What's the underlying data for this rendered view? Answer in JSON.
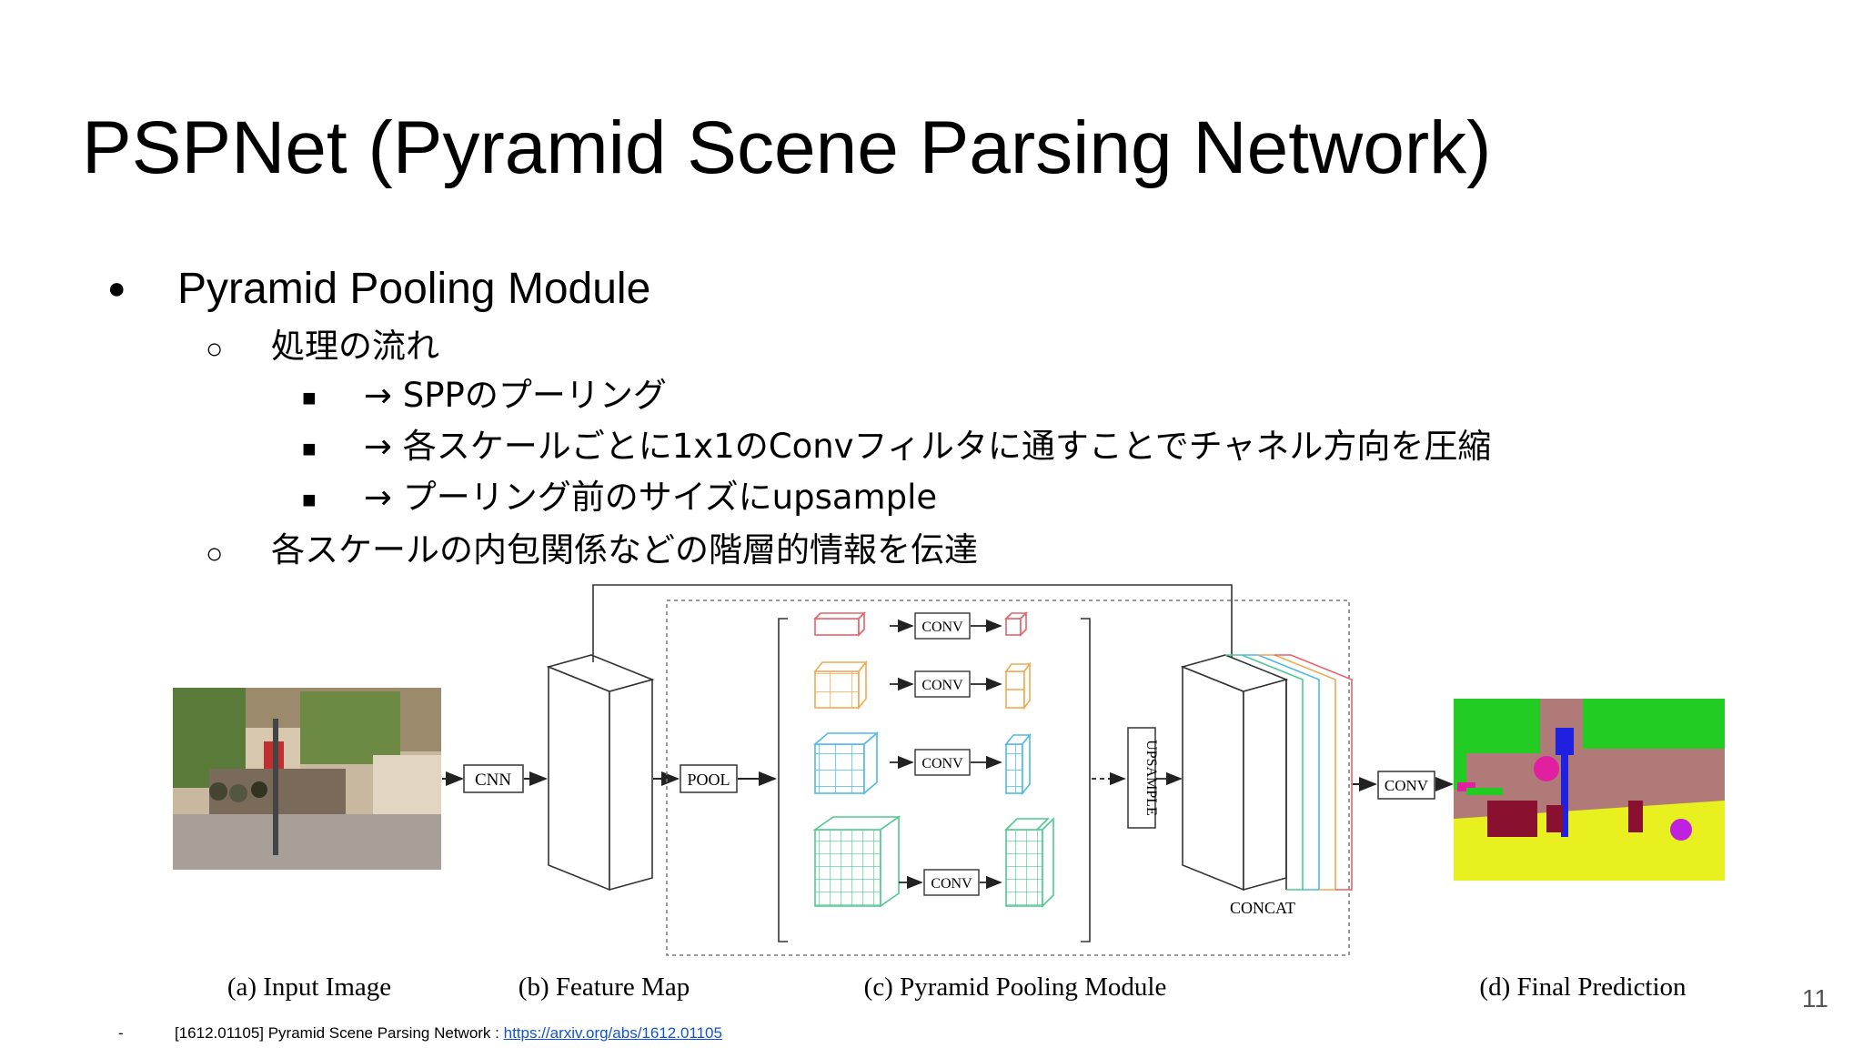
{
  "slide": {
    "title": "PSPNet (Pyramid Scene Parsing Network)",
    "page_number": "11"
  },
  "bullets": {
    "level1": {
      "marker": "●",
      "text": "Pyramid Pooling Module"
    },
    "sub1": {
      "marker": "○",
      "text": "処理の流れ"
    },
    "steps": [
      {
        "marker": "■",
        "text": "→ SPPのプーリング"
      },
      {
        "marker": "■",
        "text": "→ 各スケールごとに1x1のConvフィルタに通すことでチャネル方向を圧縮"
      },
      {
        "marker": "■",
        "text": "→ プーリング前のサイズにupsample"
      }
    ],
    "sub2": {
      "marker": "○",
      "text": "各スケールの内包関係などの階層的情報を伝達"
    }
  },
  "diagram": {
    "labels": {
      "cnn": "CNN",
      "pool": "POOL",
      "conv": "CONV",
      "upsample": "UPSAMPLE",
      "concat": "CONCAT",
      "final_conv": "CONV"
    },
    "captions": {
      "a": "(a) Input Image",
      "b": "(b) Feature Map",
      "c": "(c) Pyramid Pooling Module",
      "d": "(d) Final Prediction"
    },
    "colors": {
      "red": "#e8606a",
      "orange": "#f0a850",
      "blue": "#50b8e8",
      "green": "#50c890",
      "seg_green": "#22cc22",
      "seg_brown": "#b07a78",
      "seg_yellow": "#e8f020",
      "seg_blue": "#2020e0",
      "seg_magenta": "#e020a0",
      "seg_maroon": "#8a1030"
    }
  },
  "footnote": {
    "dash": "-",
    "text": "[1612.01105] Pyramid Scene Parsing Network : ",
    "link_text": "https://arxiv.org/abs/1612.01105"
  }
}
